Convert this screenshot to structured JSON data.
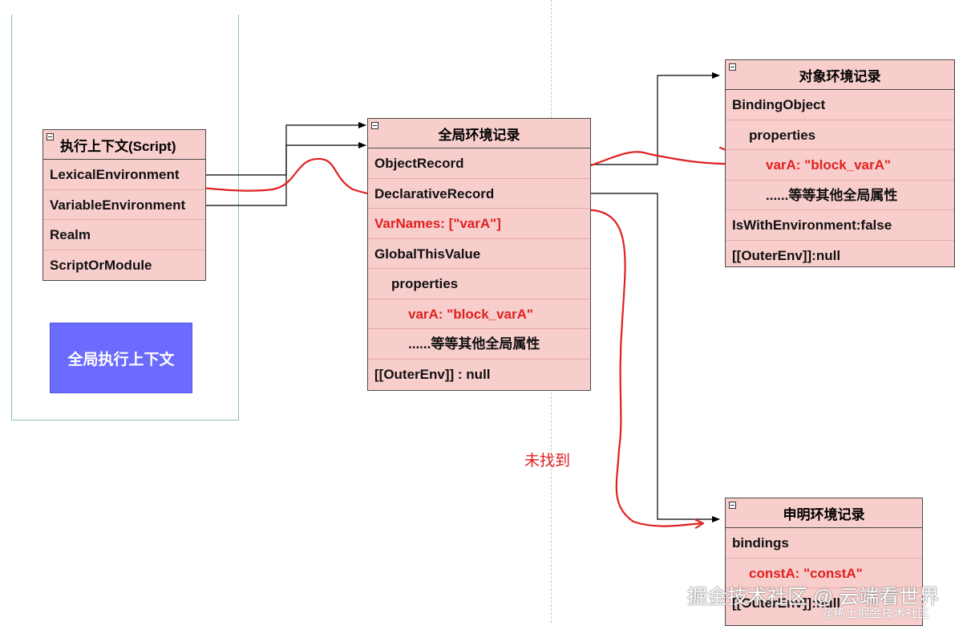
{
  "exec_context": {
    "title": "执行上下文(Script)",
    "rows": [
      "LexicalEnvironment",
      "VariableEnvironment",
      "Realm",
      "ScriptOrModule"
    ],
    "global_label": "全局执行上下文"
  },
  "global_env": {
    "title": "全局环境记录",
    "rows": [
      {
        "text": "ObjectRecord",
        "red": false
      },
      {
        "text": "DeclarativeRecord",
        "red": false
      },
      {
        "text": "VarNames: [\"varA\"]",
        "red": true
      },
      {
        "text": "GlobalThisValue",
        "red": false
      },
      {
        "text": "properties",
        "red": false
      },
      {
        "text": "varA:  \"block_varA\"",
        "red": true
      },
      {
        "text": "......等等其他全局属性",
        "red": false
      },
      {
        "text": "[[OuterEnv]] :   null",
        "red": false
      }
    ]
  },
  "object_env": {
    "title": "对象环境记录",
    "rows": [
      {
        "text": "BindingObject",
        "red": false
      },
      {
        "text": "properties",
        "red": false
      },
      {
        "text": "varA:  \"block_varA\"",
        "red": true
      },
      {
        "text": "......等等其他全局属性",
        "red": false
      },
      {
        "text": "IsWithEnvironment:false",
        "red": false
      },
      {
        "text": "[[OuterEnv]]:null",
        "red": false
      }
    ]
  },
  "decl_env": {
    "title": "申明环境记录",
    "rows": [
      {
        "text": "bindings",
        "red": false
      },
      {
        "text": "constA: \"constA\"",
        "red": true
      },
      {
        "text": "[[OuterEnv]]:null",
        "red": false
      }
    ]
  },
  "annotation": "未找到",
  "watermark": {
    "main": "掘金技术社区 @ 云端看世界",
    "sub": "@稀土掘金技术社区"
  },
  "colors": {
    "box_fill": "#f8cecc",
    "accent_red": "#e02020",
    "button_blue": "#6b6bff",
    "frame_green": "#8fbfb0"
  }
}
